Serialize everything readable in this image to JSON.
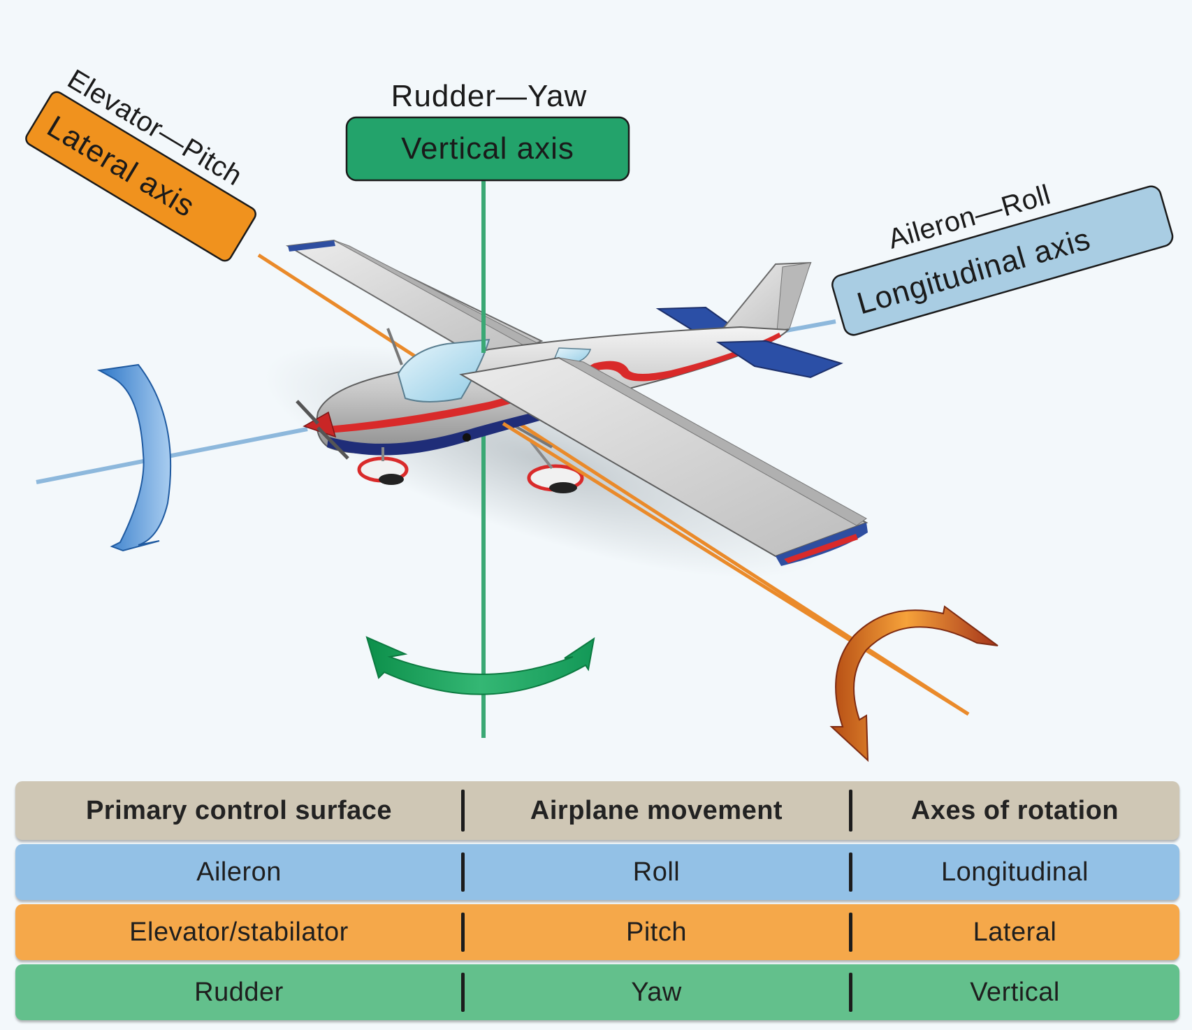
{
  "axes": {
    "vertical": {
      "caption": "Rudder—Yaw",
      "box_label": "Vertical axis",
      "color": "#23a36b"
    },
    "lateral": {
      "caption": "Elevator—Pitch",
      "box_label": "Lateral axis",
      "color": "#f0921e"
    },
    "longitudinal": {
      "caption": "Aileron—Roll",
      "box_label": "Longitudinal axis",
      "color": "#a9cde3"
    }
  },
  "table": {
    "headers": [
      "Primary control surface",
      "Airplane movement",
      "Axes of rotation"
    ],
    "rows": [
      {
        "surface": "Aileron",
        "movement": "Roll",
        "axis": "Longitudinal",
        "color": "#93c1e6"
      },
      {
        "surface": "Elevator/stabilator",
        "movement": "Pitch",
        "axis": "Lateral",
        "color": "#f5a84a"
      },
      {
        "surface": "Rudder",
        "movement": "Yaw",
        "axis": "Vertical",
        "color": "#63c08c"
      }
    ],
    "header_color": "#cfc7b5"
  }
}
